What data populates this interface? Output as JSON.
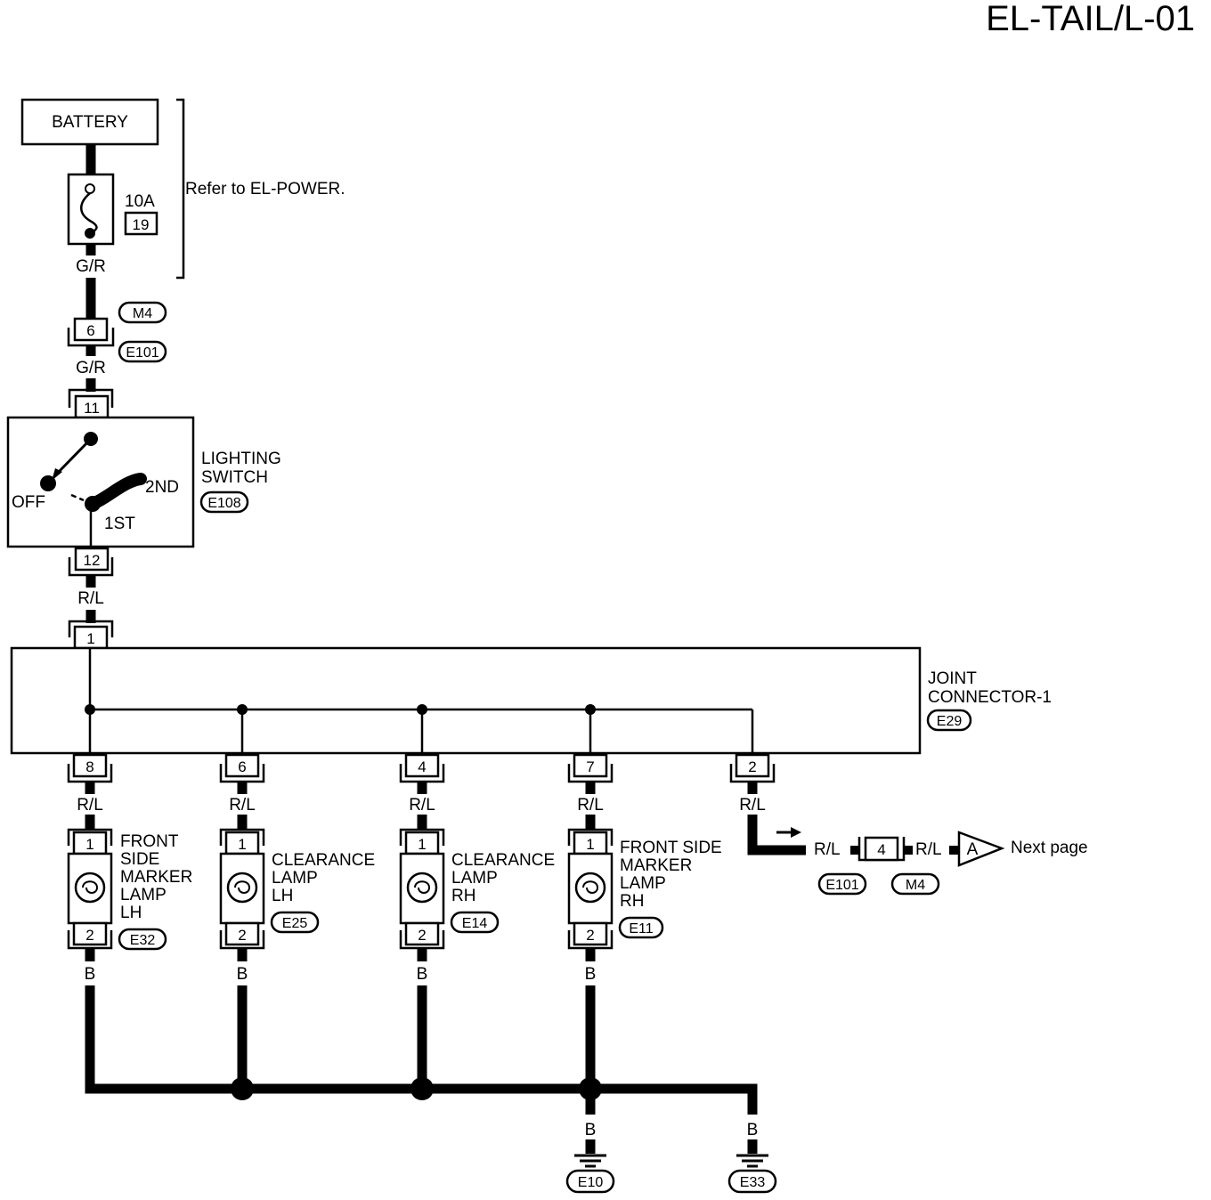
{
  "title": "EL-TAIL/L-01",
  "battery": {
    "label": "BATTERY"
  },
  "fuse": {
    "amps": "10A",
    "number": "19"
  },
  "refer_note": "Refer to EL-POWER.",
  "wires": {
    "gr_upper": "G/R",
    "gr_lower": "G/R",
    "rl_switch": "R/L",
    "rl_lamp1": "R/L",
    "rl_lamp2": "R/L",
    "rl_lamp3": "R/L",
    "rl_lamp4": "R/L",
    "rl_out": "R/L",
    "rl_h1": "R/L",
    "rl_h2": "R/L",
    "b_lamp1": "B",
    "b_lamp2": "B",
    "b_lamp3": "B",
    "b_lamp4": "B",
    "b_gnd1": "B",
    "b_gnd2": "B"
  },
  "connector_m4_e101": {
    "pin": "6",
    "ref_top": "M4",
    "ref_bottom": "E101"
  },
  "lighting_switch": {
    "line1": "LIGHTING",
    "line2": "SWITCH",
    "ref": "E108",
    "pin_in": "11",
    "pin_out": "12",
    "pos_off": "OFF",
    "pos_1st": "1ST",
    "pos_2nd": "2ND"
  },
  "joint_connector": {
    "line1": "JOINT",
    "line2": "CONNECTOR-1",
    "ref": "E29",
    "pin_in": "1",
    "pins_out": [
      "8",
      "6",
      "4",
      "7",
      "2"
    ]
  },
  "lamps": [
    {
      "lines": [
        "FRONT",
        "SIDE",
        "MARKER",
        "LAMP",
        "LH"
      ],
      "ref": "E32",
      "pin_top": "1",
      "pin_bottom": "2"
    },
    {
      "lines": [
        "CLEARANCE",
        "LAMP",
        "LH"
      ],
      "ref": "E25",
      "pin_top": "1",
      "pin_bottom": "2"
    },
    {
      "lines": [
        "CLEARANCE",
        "LAMP",
        "RH"
      ],
      "ref": "E14",
      "pin_top": "1",
      "pin_bottom": "2"
    },
    {
      "lines": [
        "FRONT SIDE",
        "MARKER",
        "LAMP",
        "RH"
      ],
      "ref": "E11",
      "pin_top": "1",
      "pin_bottom": "2"
    }
  ],
  "output_connector": {
    "pin": "4",
    "ref_left": "E101",
    "ref_right": "M4"
  },
  "next_page": {
    "marker": "A",
    "label": "Next page"
  },
  "grounds": {
    "g1": "E10",
    "g2": "E33"
  }
}
